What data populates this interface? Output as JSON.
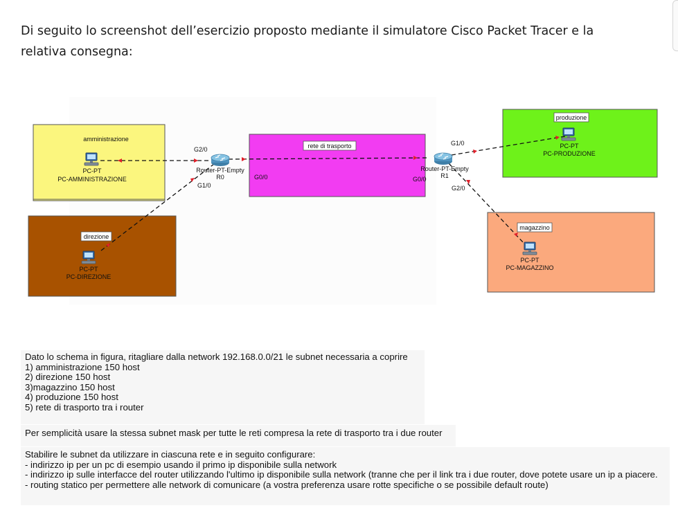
{
  "intro": {
    "line1": "Di seguito lo screenshot dell’esercizio proposto mediante il simulatore Cisco Packet Tracer e la",
    "line2": "relativa consegna:"
  },
  "diagram": {
    "areas": {
      "amministrazione": {
        "label": "amministrazione",
        "color": "#fbf67e"
      },
      "direzione": {
        "label": "direzione",
        "color": "#a85200"
      },
      "rete_trasporto": {
        "label": "rete di trasporto",
        "color": "#f23cf2"
      },
      "produzione": {
        "label": "produzione",
        "color": "#6ef21a"
      },
      "magazzino": {
        "label": "magazzino",
        "color": "#fba97d"
      }
    },
    "pcs": {
      "amministrazione": {
        "type": "PC-PT",
        "name": "PC-AMMINISTRAZIONE",
        "icon": "desktop-pc-icon"
      },
      "direzione": {
        "type": "PC-PT",
        "name": "PC-DIREZIONE",
        "icon": "desktop-pc-icon"
      },
      "produzione": {
        "type": "PC-PT",
        "name": "PC-PRODUZIONE",
        "icon": "desktop-pc-icon"
      },
      "magazzino": {
        "type": "PC-PT",
        "name": "PC-MAGAZZINO",
        "icon": "desktop-pc-icon"
      }
    },
    "routers": {
      "r0": {
        "type": "Router-PT-Empty",
        "name": "R0",
        "icon": "router-icon"
      },
      "r1": {
        "type": "Router-PT-Empty",
        "name": "R1",
        "icon": "router-icon"
      }
    },
    "interfaces": {
      "r0_g2": "G2/0",
      "r0_g1": "G1/0",
      "r0_g0": "G0/0",
      "r1_g0": "G0/0",
      "r1_g1": "G1/0",
      "r1_g2": "G2/0"
    },
    "link_color": "#e0202a"
  },
  "assignment": {
    "block1": [
      "Dato lo schema in figura, ritagliare dalla network 192.168.0.0/21 le subnet necessaria a coprire",
      "1) amministrazione 150 host",
      "2) direzione 150 host",
      "3)magazzino 150 host",
      "4) produzione 150 host",
      "5) rete di trasporto tra i router"
    ],
    "block2": [
      "Per semplicità usare la stessa subnet mask per tutte le reti compresa la rete di trasporto tra i due router"
    ],
    "block3": [
      "Stabilire le subnet da utilizzare in ciascuna rete e in seguito configurare:",
      "- indirizzo ip per un pc di esempio usando il primo ip disponibile sulla network",
      "- indirizzo ip sulle interfacce del router utilizzando l'ultimo ip disponibile sulla network (tranne che per il link tra i due router, dove potete usare un ip a piacere.",
      "- routing statico per permettere alle network di comunicare (a vostra preferenza usare rotte specifiche o se possibile default route)"
    ]
  }
}
